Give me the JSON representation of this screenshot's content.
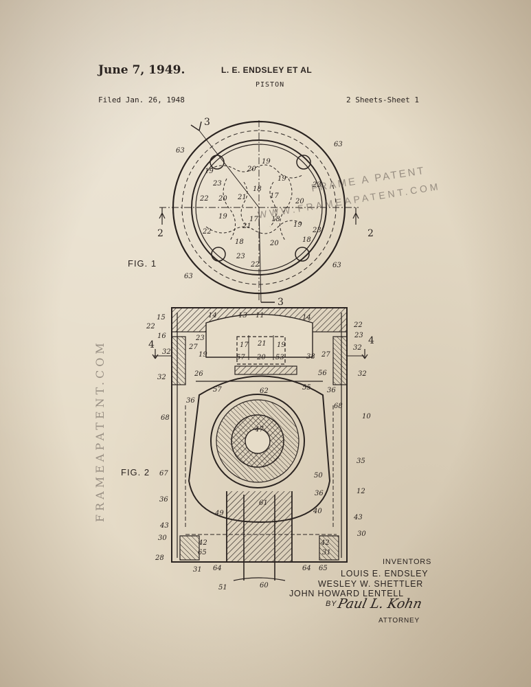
{
  "header": {
    "date": "June 7, 1949.",
    "inventor_heading": "L. E. ENDSLEY  ET AL",
    "subject": "PISTON",
    "filed": "Filed Jan. 26, 1948",
    "sheets": "2 Sheets-Sheet 1"
  },
  "figures": {
    "fig1_label": "FIG. 1",
    "fig2_label": "FIG. 2"
  },
  "section_marks": {
    "three_top": "3",
    "three_bottom": "3",
    "two_left": "2",
    "two_right": "2",
    "four_left": "4",
    "four_right": "4"
  },
  "fig1_refs": [
    "63",
    "63",
    "63",
    "63",
    "19",
    "20",
    "19",
    "23",
    "18",
    "21",
    "17",
    "23",
    "22",
    "20",
    "20",
    "17",
    "18",
    "19",
    "19",
    "21",
    "18",
    "20",
    "22",
    "23",
    "22",
    "23",
    "19",
    "18"
  ],
  "fig2_refs": [
    "15",
    "14",
    "13",
    "11",
    "14",
    "22",
    "16",
    "23",
    "22",
    "23",
    "32",
    "32",
    "19",
    "17",
    "21",
    "19",
    "27",
    "57",
    "20",
    "53",
    "38",
    "27",
    "32",
    "26",
    "56",
    "32",
    "36",
    "57",
    "62",
    "55",
    "36",
    "47",
    "68",
    "68",
    "10",
    "67",
    "50",
    "35",
    "36",
    "36",
    "12",
    "49",
    "61",
    "40",
    "43",
    "43",
    "30",
    "42",
    "42",
    "30",
    "28",
    "65",
    "31",
    "64",
    "64",
    "65",
    "31",
    "51",
    "60"
  ],
  "signature_block": {
    "title": "INVENTORS",
    "inventor_1": "LOUIS E. ENDSLEY",
    "inventor_2": "WESLEY W. SHETTLER",
    "inventor_3": "JOHN HOWARD LENTELL",
    "by": "BY",
    "signature": "Paul L. Kohn",
    "attorney": "ATTORNEY"
  },
  "watermarks": {
    "line_1": "FRAME A PATENT",
    "line_2": "WWW.FRAMEAPATENT.COM",
    "side": "FRAMEAPATENT.COM"
  },
  "colors": {
    "paper": "#e6dcc8",
    "ink": "#2a2320",
    "watermark": "#5a504b"
  }
}
